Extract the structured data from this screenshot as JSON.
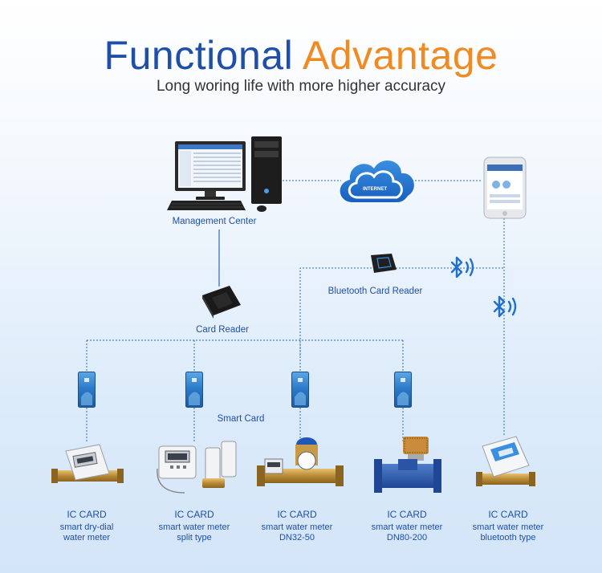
{
  "title": {
    "part1": "Functional",
    "part2": "Advantage",
    "color1": "#1f4fa8",
    "color2": "#f08a22"
  },
  "subtitle": "Long woring life with more higher accuracy",
  "nodes": {
    "management_center": "Management Center",
    "internet": "INTERNET",
    "bluetooth_card_reader": "Bluetooth Card Reader",
    "card_reader": "Card Reader",
    "smart_card": "Smart Card"
  },
  "meters": [
    {
      "card": "IC CARD",
      "line1": "smart dry-dial",
      "line2": "water meter"
    },
    {
      "card": "IC CARD",
      "line1": "smart water meter",
      "line2": "split type"
    },
    {
      "card": "IC CARD",
      "line1": "smart water meter",
      "line2": "DN32-50"
    },
    {
      "card": "IC CARD",
      "line1": "smart water meter",
      "line2": "DN80-200"
    },
    {
      "card": "IC CARD",
      "line1": "smart water meter",
      "line2": "bluetooth type"
    }
  ],
  "icons": [
    "computer-icon",
    "cloud-icon",
    "phone-icon",
    "card-reader-icon",
    "bluetooth-icon",
    "smart-card-icon",
    "water-meter-icon"
  ],
  "colors": {
    "line": "#2a6bb8",
    "accent": "#1f4fa8",
    "card_blue": "#2f78c4"
  }
}
